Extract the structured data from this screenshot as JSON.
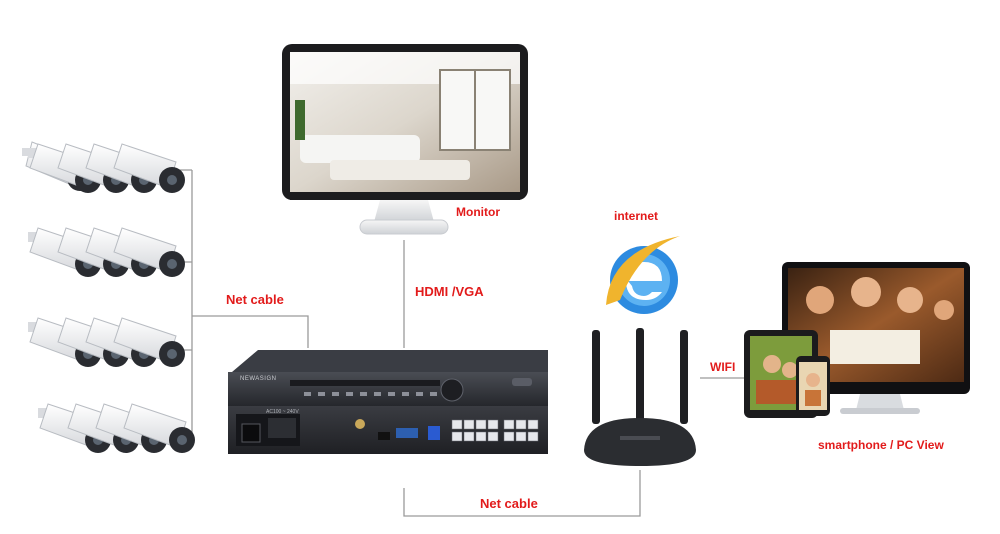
{
  "labels": {
    "monitor": "Monitor",
    "internet": "internet",
    "hdmi_vga": "HDMI /VGA",
    "net_cable_left": "Net cable",
    "net_cable_bottom": "Net cable",
    "wifi": "WIFI",
    "view": "smartphone / PC View"
  },
  "nvr": {
    "brand": "NEWASIGN",
    "power_spec": "AC100 ~ 240V"
  },
  "camera_rows": 4,
  "cameras_per_row": 4,
  "colors": {
    "label_red": "#e21b1b",
    "line_grey": "#9a9a9a",
    "device_dark": "#2b2d31",
    "ie_blue": "#1e7fd6"
  }
}
